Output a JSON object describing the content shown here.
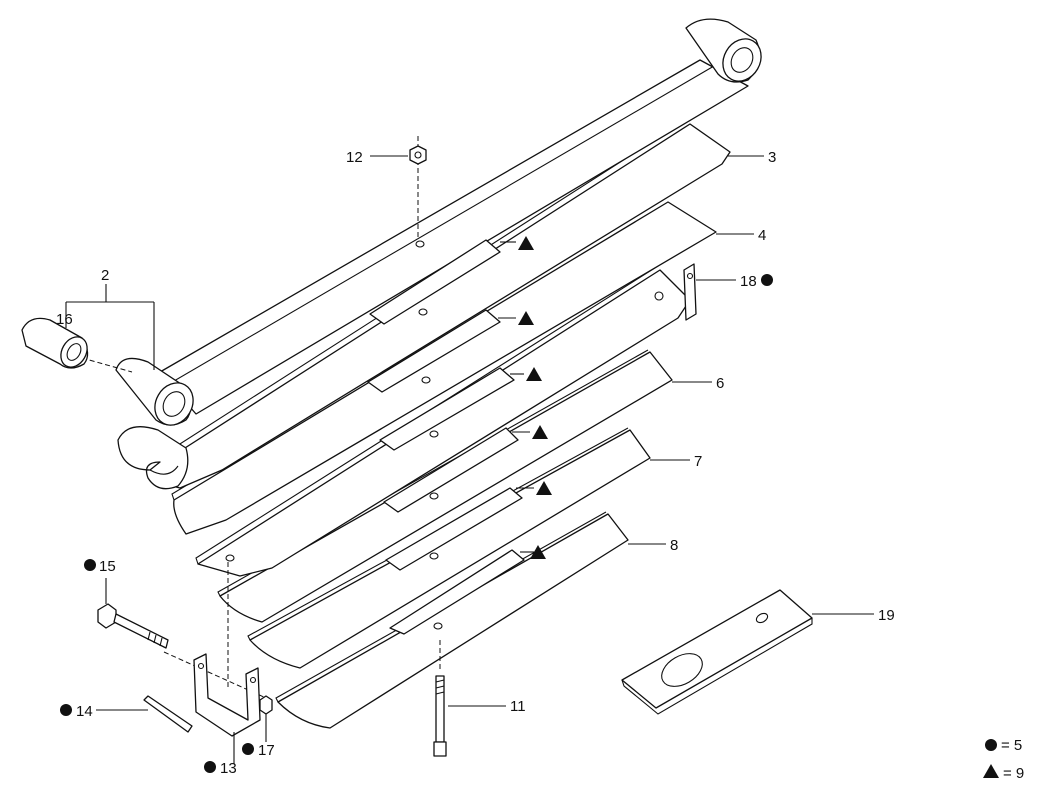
{
  "callouts": {
    "c2": "2",
    "c3": "3",
    "c4": "4",
    "c6": "6",
    "c7": "7",
    "c8": "8",
    "c11": "11",
    "c12": "12",
    "c13": "13",
    "c14": "14",
    "c15": "15",
    "c16": "16",
    "c17": "17",
    "c18": "18",
    "c19": "19"
  },
  "legend": {
    "circle_text": "= 5",
    "triangle_text": "= 9"
  },
  "marker_symbols": {
    "circle": "filled-circle",
    "triangle": "filled-triangle"
  },
  "colors": {
    "line": "#111111",
    "background": "#ffffff"
  }
}
